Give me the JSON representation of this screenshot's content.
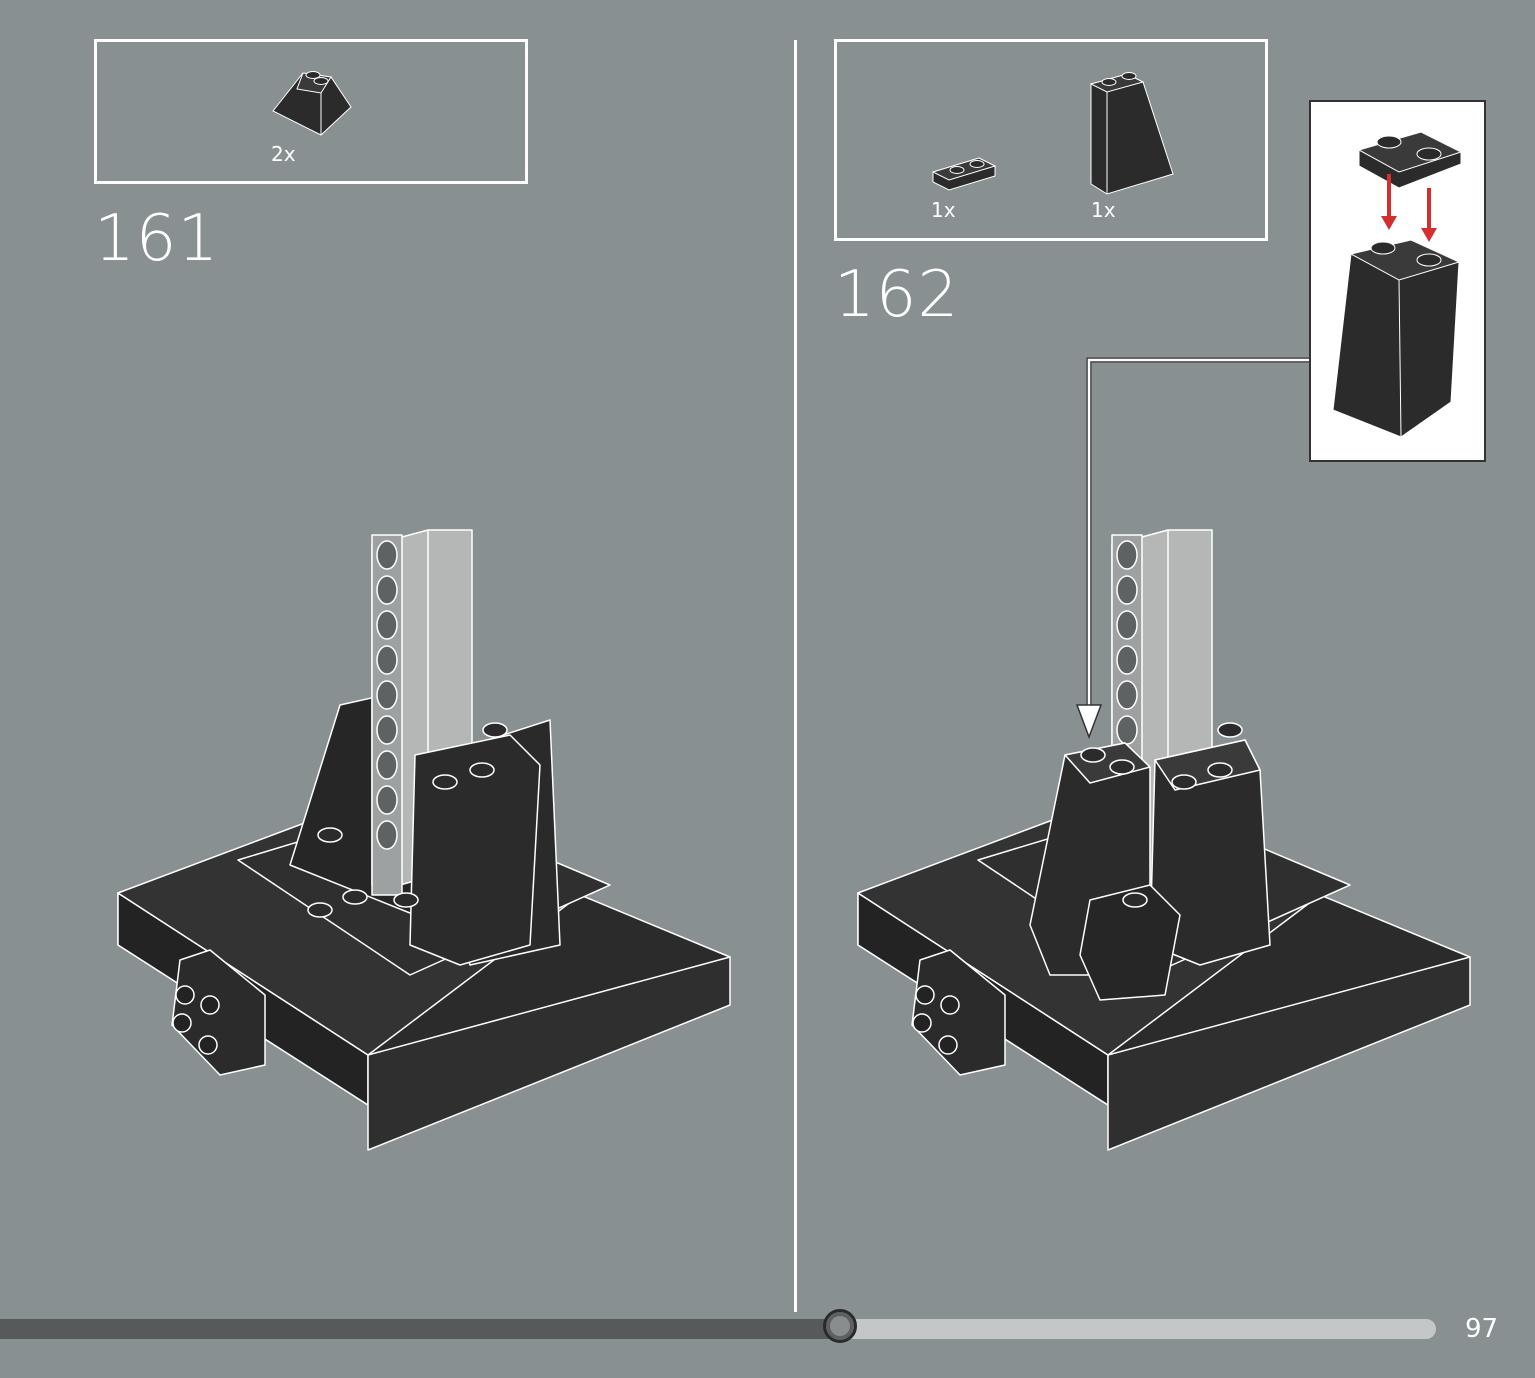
{
  "steps": [
    {
      "number": "161",
      "parts": [
        {
          "qty": "2x",
          "icon": "slope-brick-2x2-icon"
        }
      ]
    },
    {
      "number": "162",
      "parts": [
        {
          "qty": "1x",
          "icon": "plate-1x2-icon"
        },
        {
          "qty": "1x",
          "icon": "slope-brick-1x2x3-icon"
        }
      ]
    }
  ],
  "progress": {
    "fraction": 0.585
  },
  "page": {
    "number": "97"
  },
  "colors": {
    "background": "#899091",
    "brick_dark": "#2b2b2b",
    "beam_light": "#b5b7b7",
    "arrow_red": "#d32f2f",
    "outline": "#ffffff"
  }
}
